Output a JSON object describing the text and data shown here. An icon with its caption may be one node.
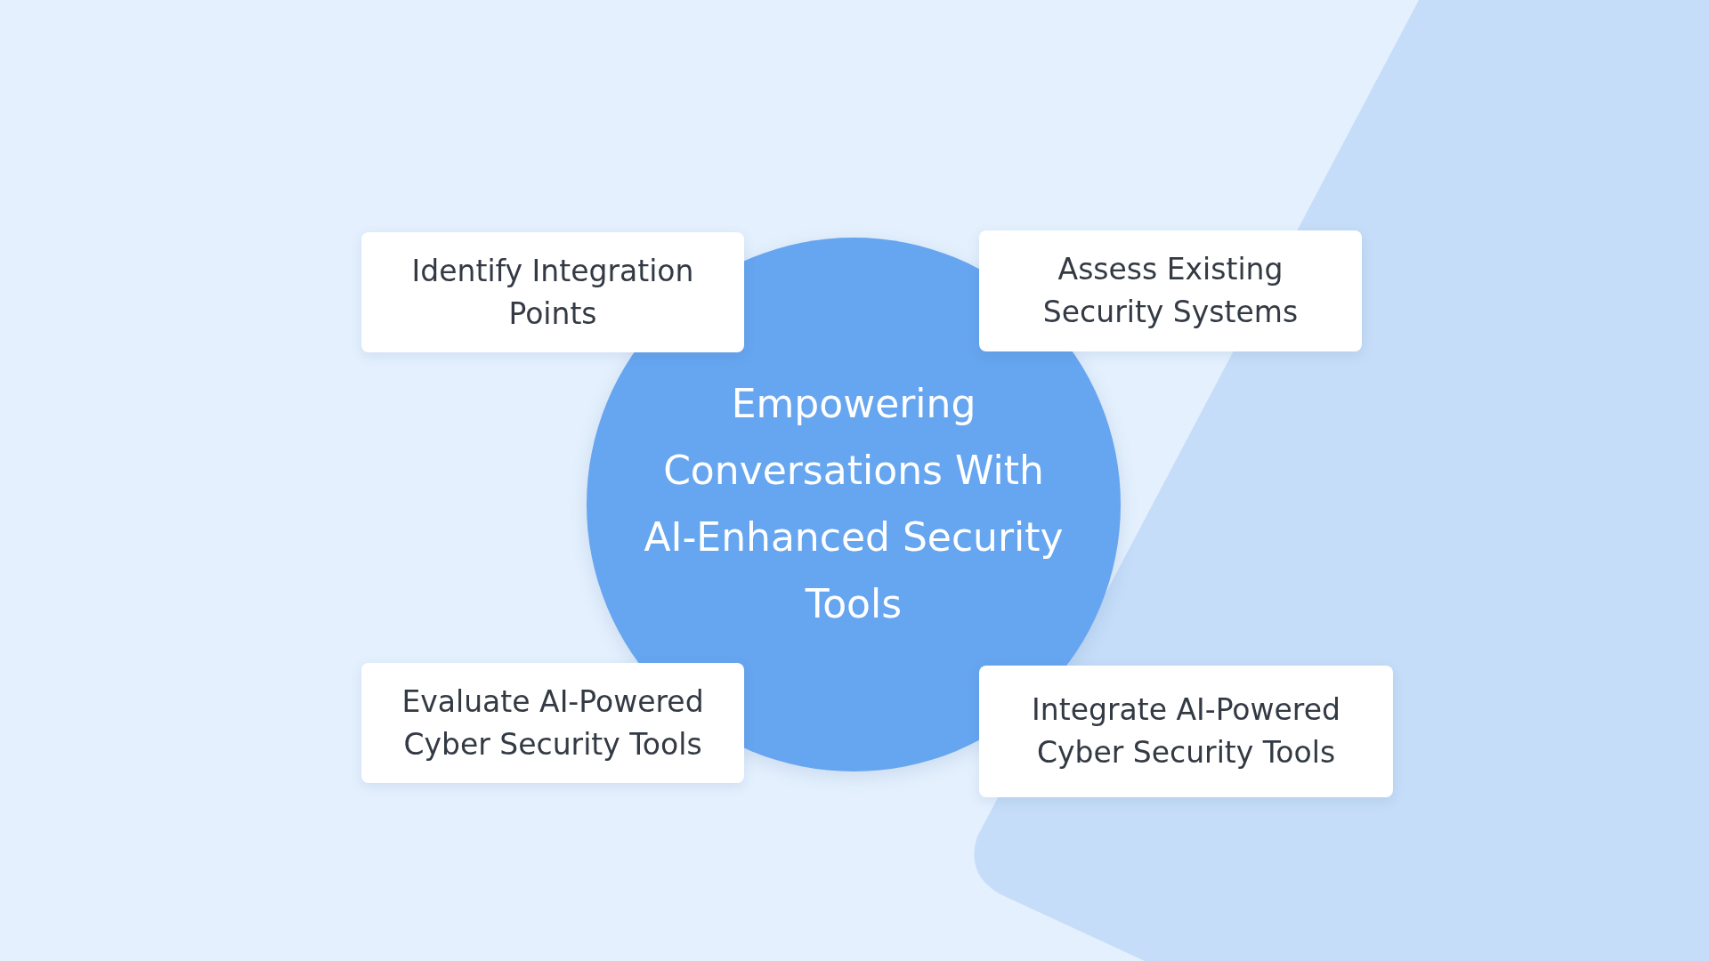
{
  "diagram": {
    "nodes": [
      {
        "text": [
          "Identify Integration Points"
        ]
      },
      {
        "text": [
          "Assess Existing Security Systems"
        ]
      },
      {
        "text": [
          "Empowering Conversations With AI-Enhanced Security Tools"
        ]
      },
      {
        "text": [
          "Evaluate AI-Powered Cyber Security Tools"
        ]
      },
      {
        "text": [
          "Integrate AI-Powered Cyber Security Tools"
        ]
      }
    ]
  }
}
